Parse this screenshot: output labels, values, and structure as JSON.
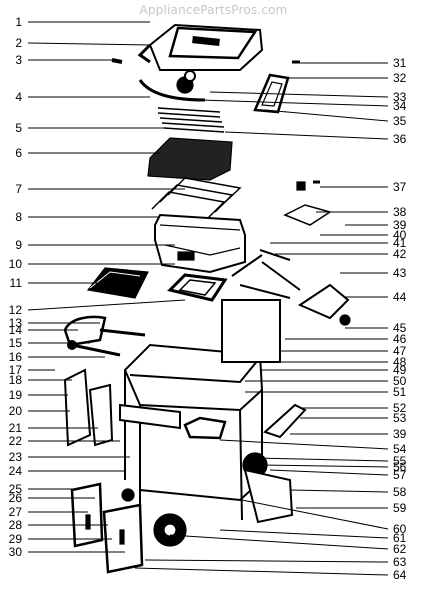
{
  "watermark": "AppliancePartsPros.com",
  "left_labels": [
    "1",
    "2",
    "3",
    "4",
    "5",
    "6",
    "7",
    "8",
    "9",
    "10",
    "11",
    "12",
    "13",
    "14",
    "15",
    "16",
    "17",
    "18",
    "19",
    "20",
    "21",
    "22",
    "23",
    "24",
    "25",
    "26",
    "27",
    "28",
    "29",
    "30"
  ],
  "right_labels": [
    "31",
    "32",
    "33",
    "34",
    "35",
    "36",
    "37",
    "38",
    "39",
    "40",
    "41",
    "42",
    "43",
    "44",
    "45",
    "46",
    "47",
    "48",
    "49",
    "50",
    "51",
    "52",
    "53",
    "39",
    "54",
    "55",
    "56",
    "57",
    "58",
    "59",
    "60",
    "61",
    "62",
    "63",
    "64"
  ]
}
